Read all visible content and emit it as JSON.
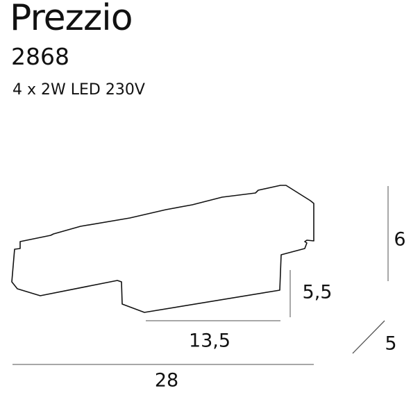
{
  "product": {
    "name": "Prezzio",
    "code": "2868",
    "spec": "4 x 2W LED 230V"
  },
  "dimensions": {
    "total_width": "28",
    "lower_width": "13,5",
    "lower_height": "5,5",
    "total_height": "6",
    "depth": "5"
  },
  "colors": {
    "outline": "#111111",
    "dimension_line": "#8a8a8a"
  }
}
